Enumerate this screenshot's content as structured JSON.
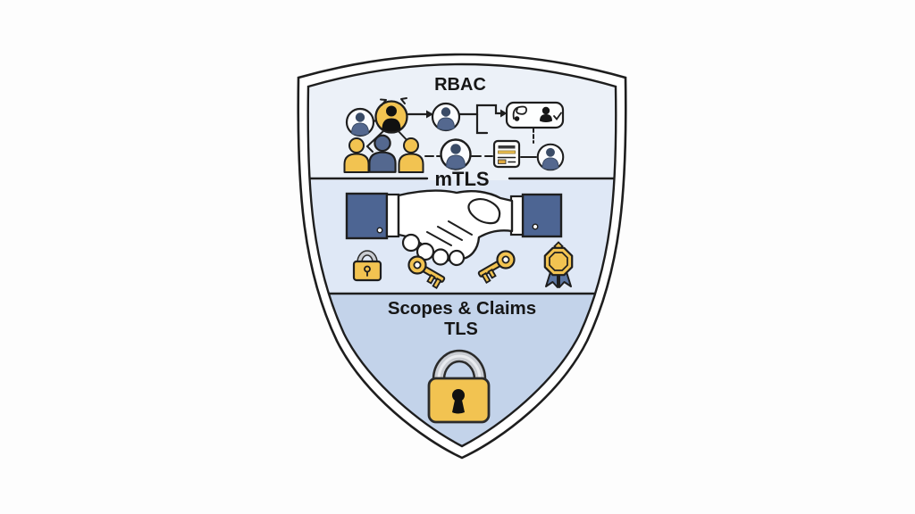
{
  "title": "Security layers shield diagram",
  "colors": {
    "outline": "#1e1e1e",
    "ink": "#161616",
    "band": "#ffffff",
    "rbac-bg": "#ecf1f8",
    "mtls-bg": "#dfe8f6",
    "scopes-bg": "#c3d3ea",
    "yellow": "#f2c351",
    "yellow-deep": "#e0a93e",
    "navy": "#54688f",
    "navy-dark": "#3a4b66",
    "sleeve": "#4d6593",
    "ribbon": "#5d77a3",
    "shackle-grey": "#c9ccd2",
    "shackle-dark": "#2b2b2b"
  },
  "sections": {
    "rbac": {
      "label": "RBAC",
      "icons": [
        "user-avatar-icon",
        "admin-user-icon",
        "users-group-icon",
        "flow-arrow-icon",
        "permissions-box-icon",
        "policy-document-icon"
      ]
    },
    "mtls": {
      "label": "mTLS",
      "icons": [
        "handshake-icon",
        "padlock-small-icon",
        "key-icon-left",
        "key-icon-right",
        "certificate-badge-icon"
      ]
    },
    "scopes": {
      "label": "Scopes & Claims",
      "label2": "TLS",
      "icons": [
        "padlock-large-icon"
      ]
    }
  }
}
